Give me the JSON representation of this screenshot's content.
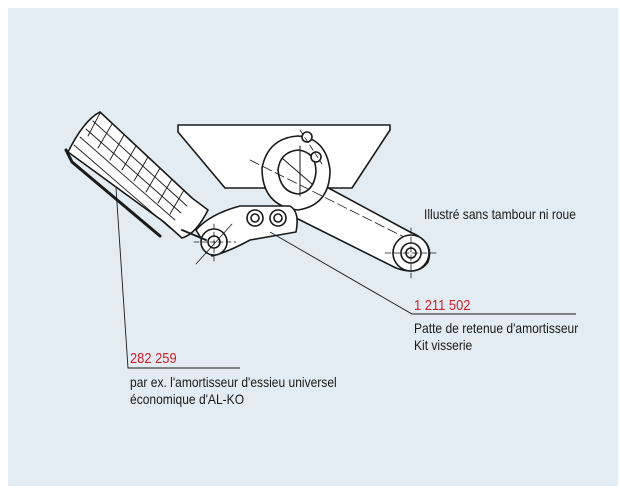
{
  "colors": {
    "background": "#e3ecf3",
    "part_number": "#d01f2a",
    "ink": "#1a1a1a"
  },
  "annotations": {
    "illustration_note": "Illustré sans tambour ni roue",
    "bracket": {
      "part_number": "1 211 502",
      "line1": "Patte de retenue d'amortisseur",
      "line2": "Kit visserie"
    },
    "shock": {
      "part_number": "282 259",
      "line1": "par ex. l'amortisseur d'essieu universel",
      "line2": "économique d'AL-KO"
    }
  }
}
